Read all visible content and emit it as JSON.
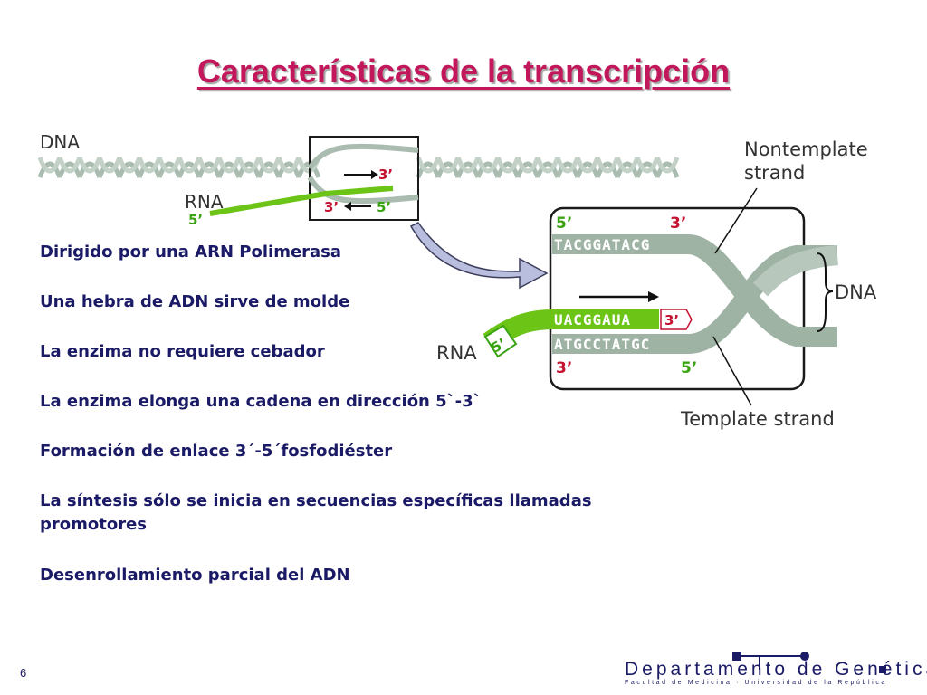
{
  "slide": {
    "title": "Características de la transcripción",
    "page_number": "6"
  },
  "diagram": {
    "small": {
      "dna_label": "DNA",
      "rna_label": "RNA",
      "rna_5prime": "5’",
      "top_3prime": "3’",
      "bottom_3prime": "3’",
      "bottom_5prime": "5’"
    },
    "large": {
      "nontemplate_label": "Nontemplate strand",
      "template_label": "Template strand",
      "dna_label": "DNA",
      "rna_label": "RNA",
      "top_5prime": "5’",
      "top_3prime": "3’",
      "top_sequence": "TACGGATACG",
      "rna_sequence": "UACGGAUA",
      "rna_3prime": "3’",
      "rna_5prime": "5’",
      "bottom_sequence": "ATGCCTATGC",
      "bottom_3prime": "3’",
      "bottom_5prime": "5’"
    },
    "colors": {
      "dna_strand": "#9fb3a5",
      "rna_strand": "#6cc417",
      "prime_red": "#c4122f",
      "prime_green": "#3aa312",
      "arrow_fill": "#b9bedf"
    }
  },
  "bullets": [
    "Dirigido por una  ARN Polimerasa",
    "Una hebra de ADN sirve de molde",
    "La enzima no requiere cebador",
    "La enzima elonga una cadena en dirección 5`-3`",
    "Formación de enlace 3´-5´fosfodiéster",
    "La síntesis sólo se inicia en secuencias específicas llamadas promotores",
    "Desenrollamiento parcial del ADN"
  ],
  "footer": {
    "department": "Departamento de Genética",
    "subtitle": "Facultad de Medicina · Universidad de la República"
  }
}
